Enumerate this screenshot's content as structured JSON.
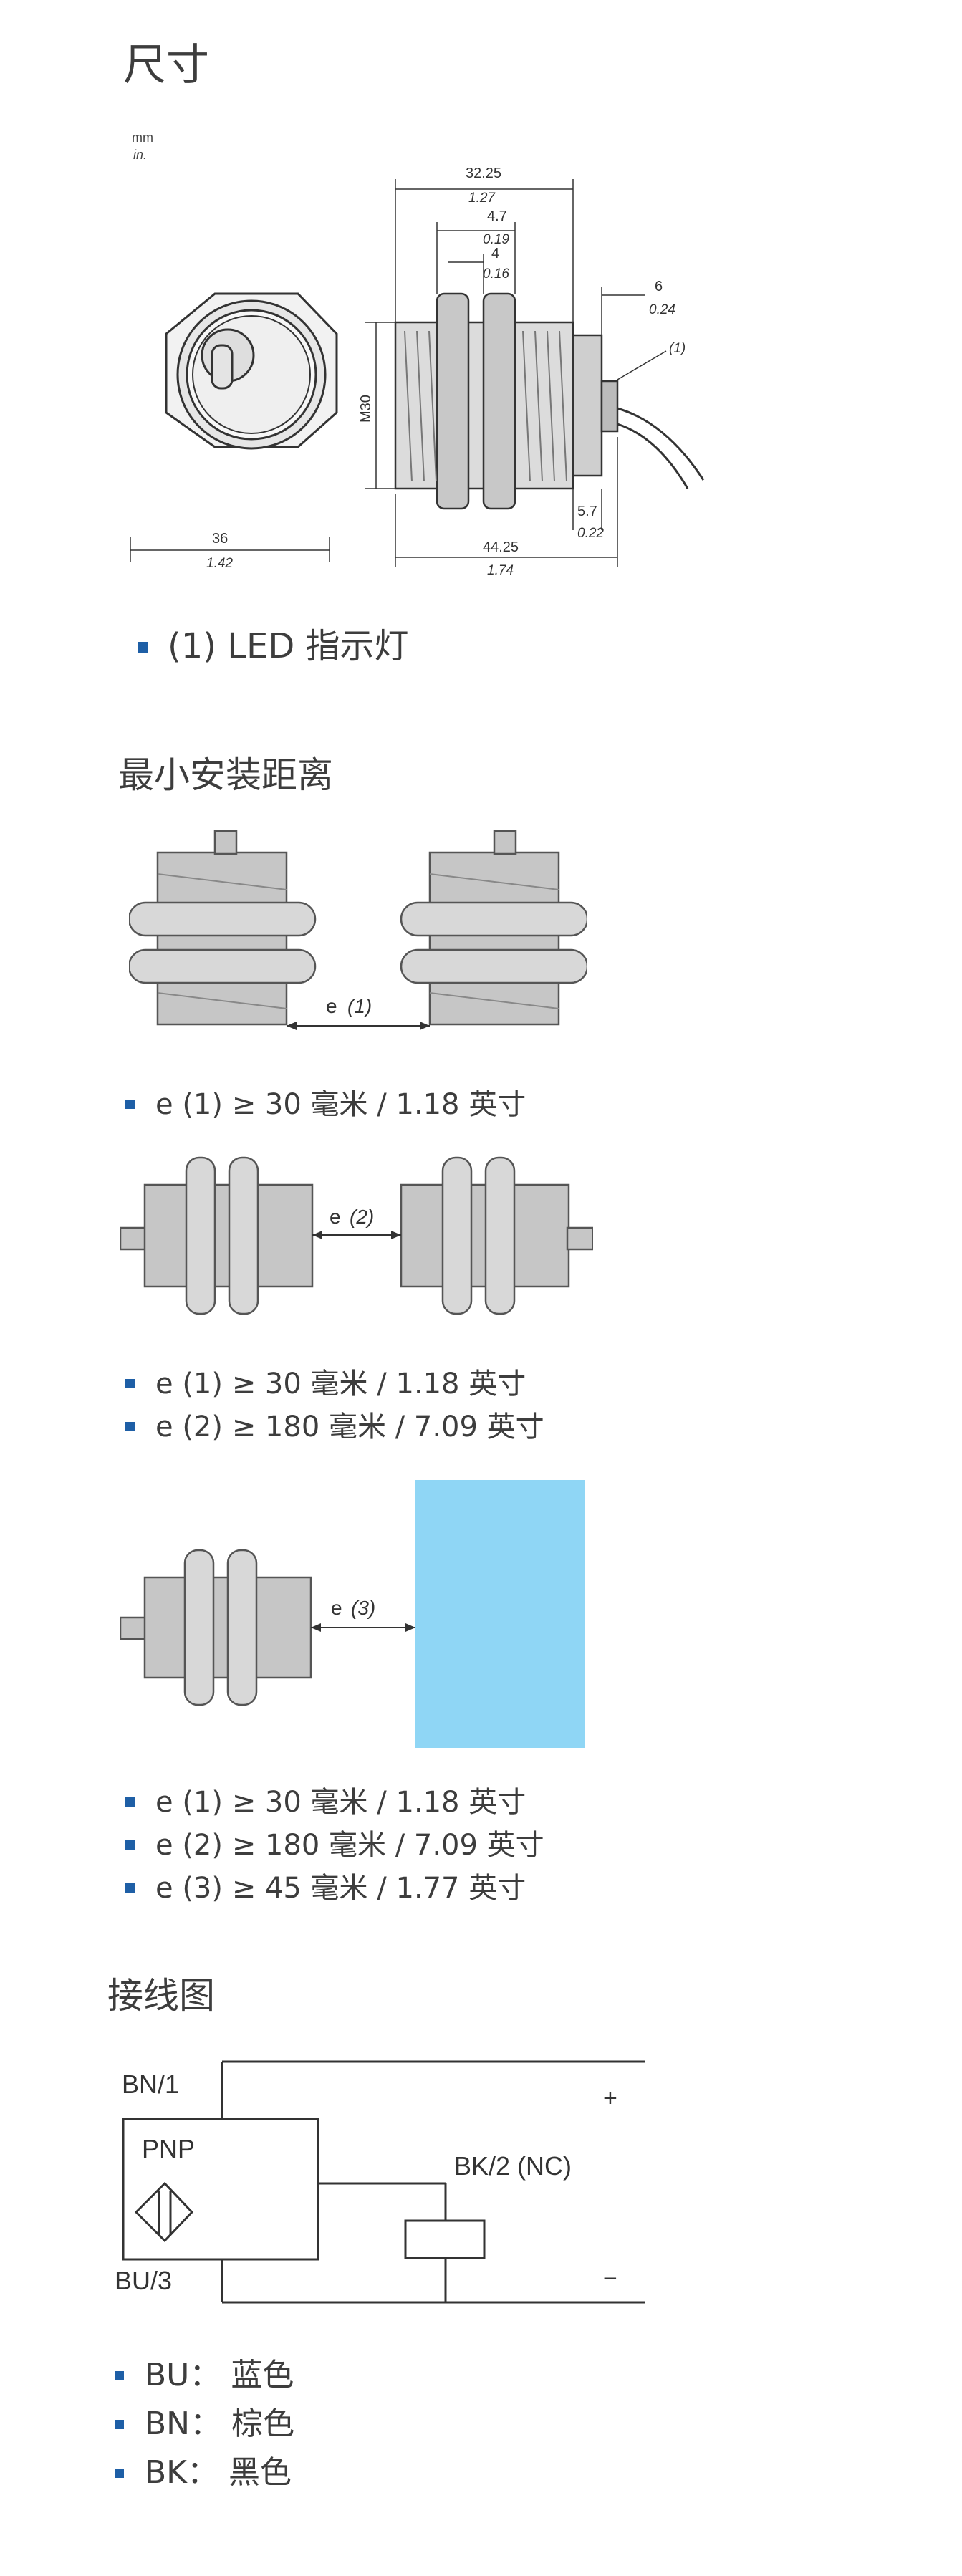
{
  "dimensions": {
    "title": "尺寸",
    "unit_top": "mm",
    "unit_bottom": "in.",
    "drawing": {
      "width_front_mm": "36",
      "width_front_in": "1.42",
      "length_total_mm": "32.25",
      "length_total_in": "1.27",
      "nut_pair_mm": "4.7",
      "nut_pair_in": "0.19",
      "nut_mm": "4",
      "nut_in": "0.16",
      "cable_exit_mm": "6",
      "cable_exit_in": "0.24",
      "thread_label": "M30",
      "led_callout": "(1)",
      "led_offset_mm": "5.7",
      "led_offset_in": "0.22",
      "overall_mm": "44.25",
      "overall_in": "1.74"
    },
    "notes": [
      "(1) LED 指示灯"
    ]
  },
  "min_distance": {
    "title": "最小安装距离",
    "fig1_label": "e",
    "fig1_italic": "(1)",
    "fig1_notes": [
      "e (1) ≥ 30 毫米 / 1.18 英寸"
    ],
    "fig2_label": "e",
    "fig2_italic": "(2)",
    "fig2_notes": [
      "e (1) ≥ 30 毫米 / 1.18 英寸",
      "e (2) ≥ 180 毫米 / 7.09 英寸"
    ],
    "fig3_label": "e",
    "fig3_italic": "(3)",
    "fig3_notes": [
      "e (1) ≥ 30 毫米 / 1.18 英寸",
      "e (2) ≥ 180 毫米 / 7.09 英寸",
      "e (3) ≥ 45 毫米 / 1.77 英寸"
    ],
    "target_color": "#8fd6f5"
  },
  "wiring": {
    "title": "接线图",
    "bn": "BN/1",
    "bu": "BU/3",
    "pnp": "PNP",
    "bk": "BK/2 (NC)",
    "plus": "+",
    "minus": "−",
    "legend": [
      "BU：  蓝色",
      "BN：  棕色",
      "BK：  黑色"
    ]
  }
}
